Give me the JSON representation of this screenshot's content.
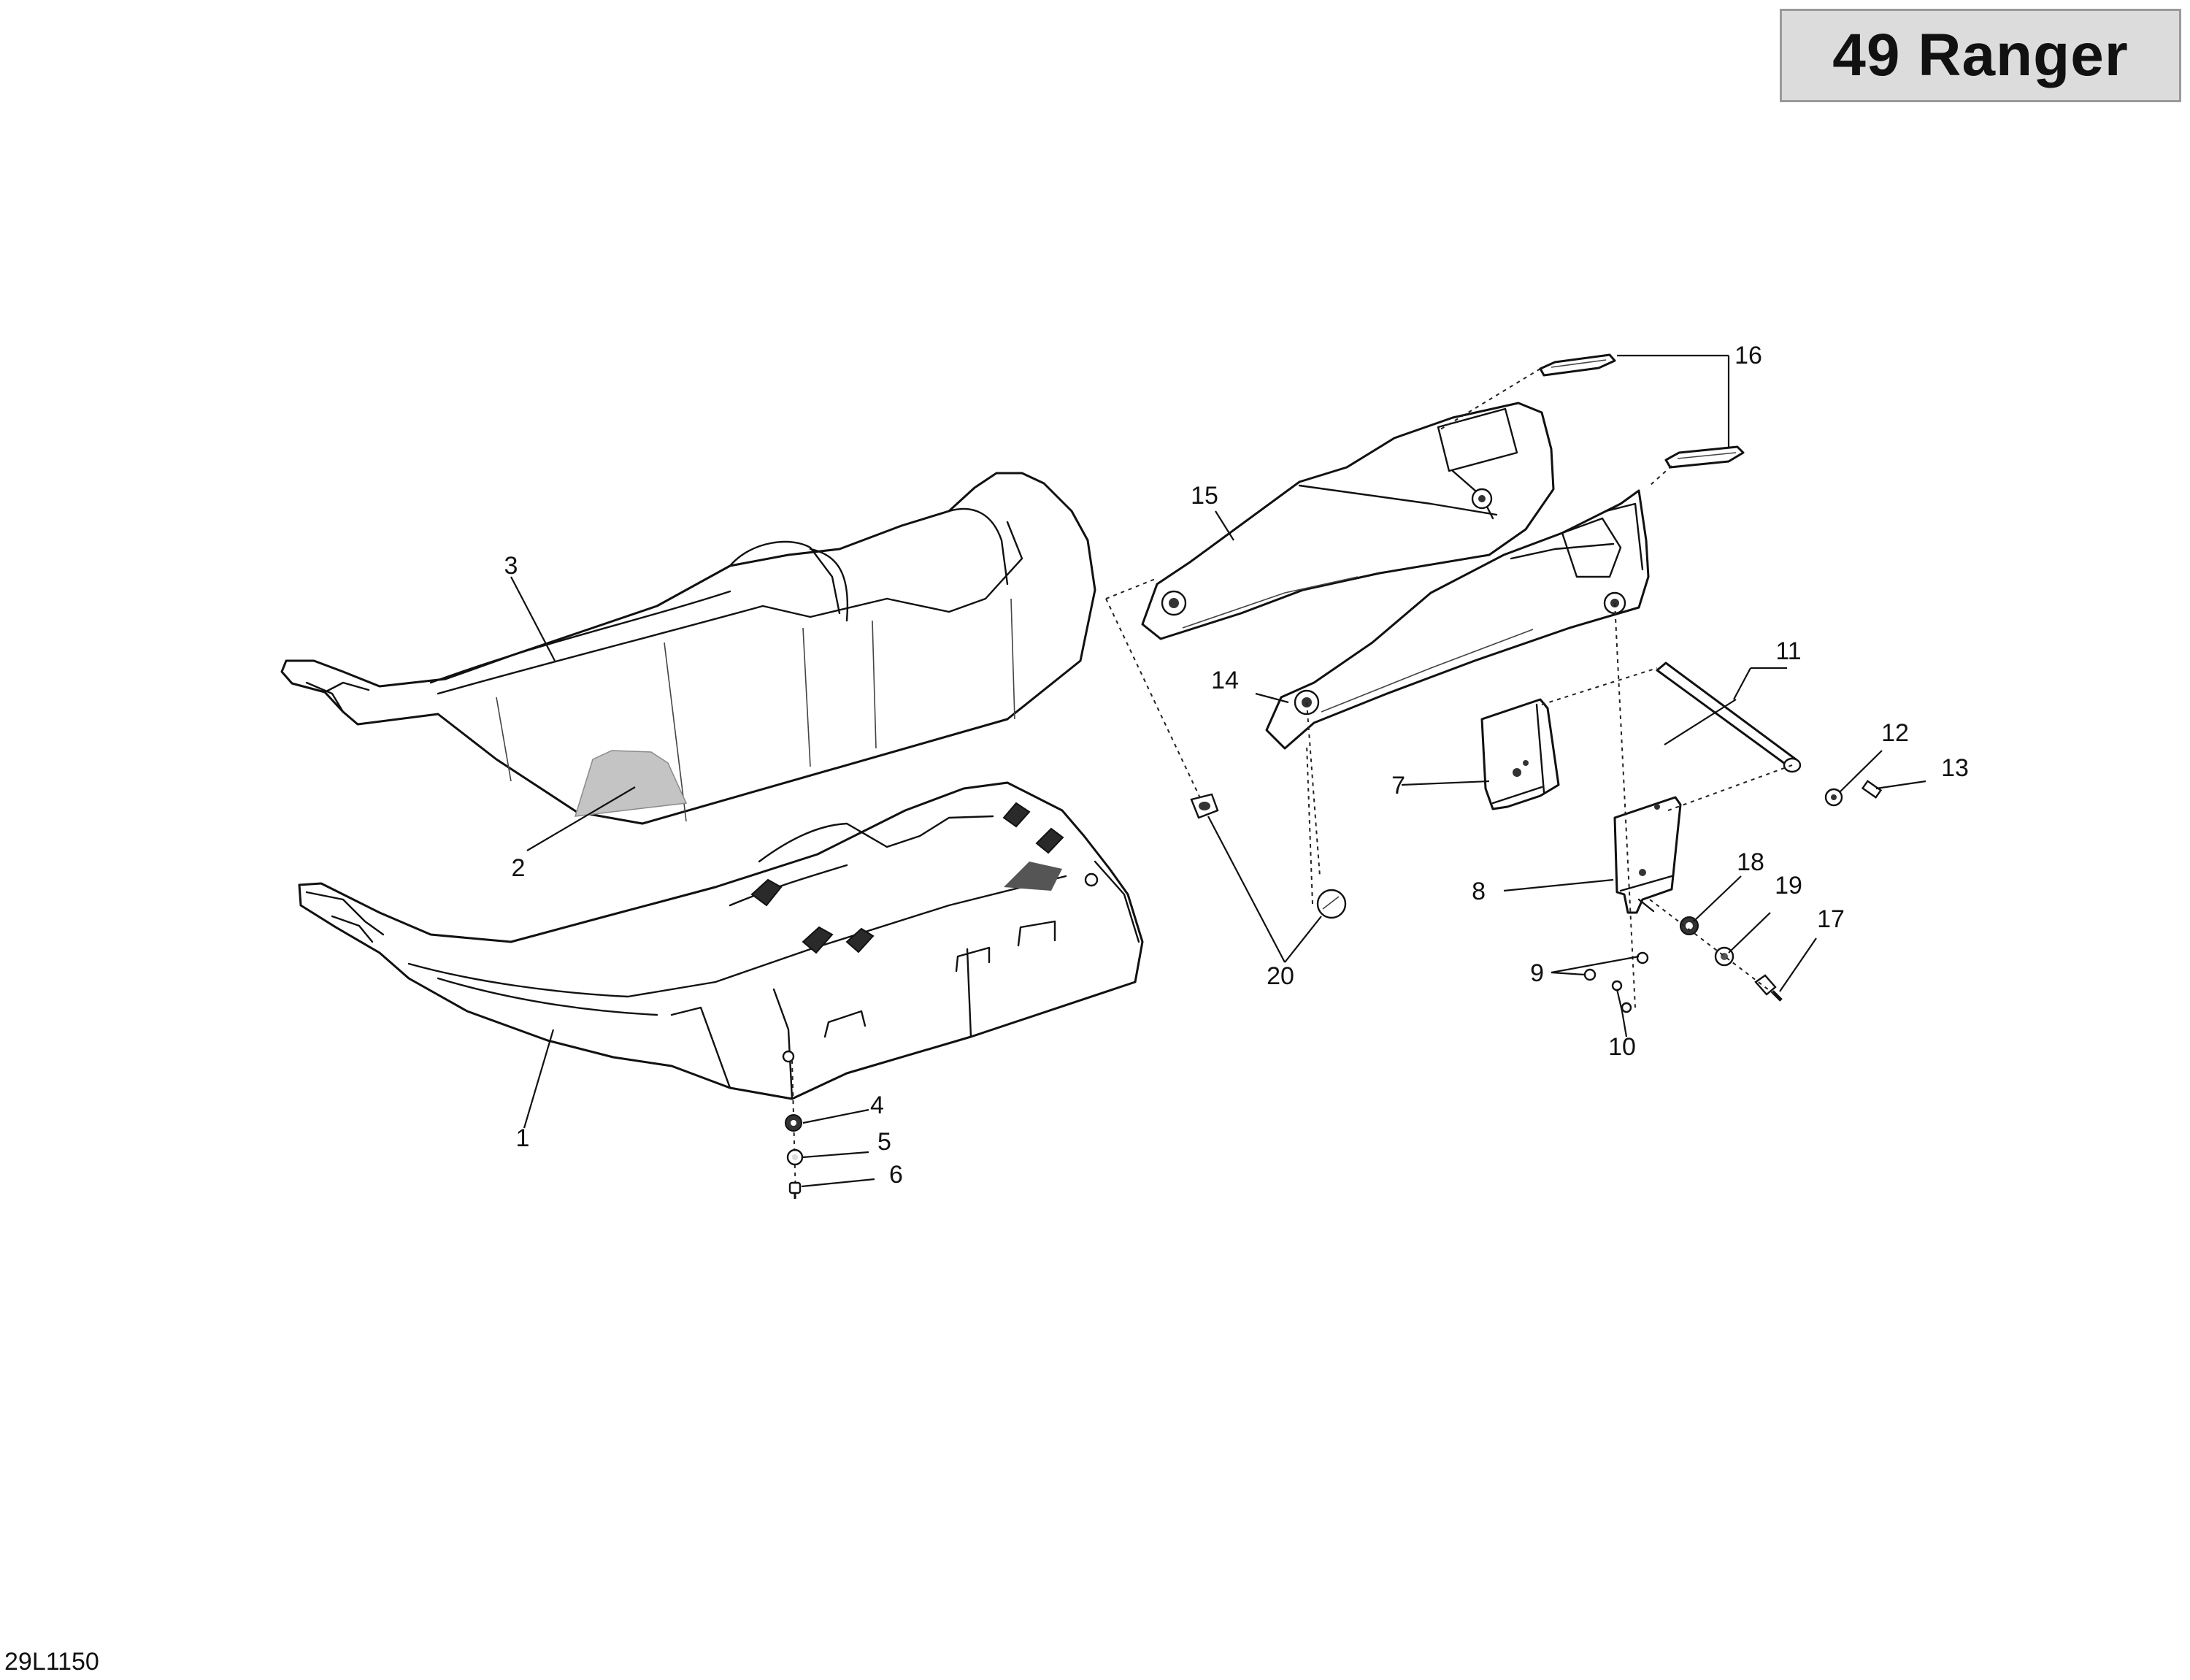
{
  "header": {
    "model_badge": "49 Ranger"
  },
  "footer": {
    "drawing_code": "29L1150"
  },
  "callouts": [
    "1",
    "2",
    "3",
    "4",
    "5",
    "6",
    "7",
    "8",
    "9",
    "10",
    "11",
    "12",
    "13",
    "14",
    "15",
    "16",
    "17",
    "18",
    "19",
    "20"
  ]
}
